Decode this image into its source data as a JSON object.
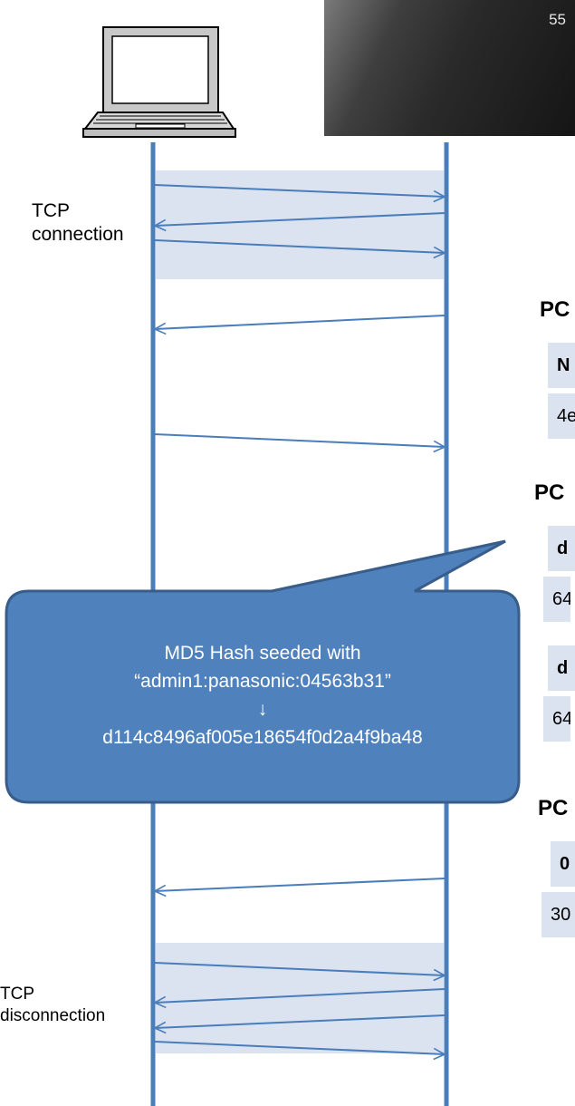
{
  "display": {
    "model_number": "55"
  },
  "labels": {
    "tcp_connection": [
      "TCP",
      "connection"
    ],
    "tcp_disconnection": [
      "TCP",
      "disconnection"
    ]
  },
  "sections": {
    "s1": {
      "title": "PC",
      "row1": "N",
      "row2": "4e"
    },
    "s2": {
      "title": "PC",
      "row1": "d",
      "row2": "64",
      "row3": "d",
      "row4": "64"
    },
    "s3": {
      "title": "PC",
      "row1": "0",
      "row2": "30"
    }
  },
  "callout": {
    "line1": "MD5 Hash seeded with",
    "line2": "“admin1:panasonic:04563b31”",
    "arrow": "↓",
    "line3": "d114c8496af005e18654f0d2a4f9ba48"
  },
  "colors": {
    "lifeline": "#4a7ebb",
    "band": "#dbe3f1",
    "callout_fill": "#4f81bd",
    "callout_border": "#385d8a"
  }
}
